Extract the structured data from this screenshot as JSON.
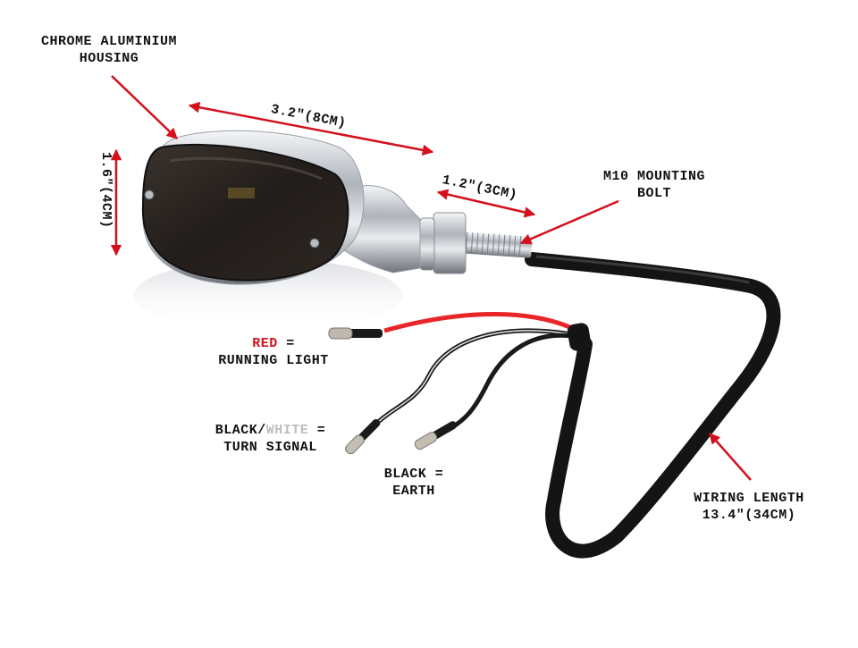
{
  "diagram": {
    "subject": "motorcycle indicator (turn signal) with smoked lens and chrome housing",
    "colors": {
      "arrow": "#d4101c",
      "text": "#111111",
      "red_word": "#d4101c",
      "white_word": "#bdbdbd",
      "red_wire": "#e8262a",
      "cable": "#141414",
      "chrome": "#c8ccd2",
      "lens": "#2a2420"
    },
    "labels": {
      "housing": {
        "line1": "CHROME ALUMINIUM",
        "line2": "HOUSING"
      },
      "length": {
        "text": "3.2″(8CM)"
      },
      "height": {
        "text": "1.6″(4CM)"
      },
      "bolt_length": {
        "text": "1.2″(3CM)"
      },
      "bolt": {
        "line1": "M10 MOUNTING",
        "line2": "BOLT"
      },
      "red_wire": {
        "color_word": "RED",
        "equals": " =",
        "line2": "RUNNING LIGHT"
      },
      "black_white_wire": {
        "prefix": "BLACK/",
        "color_word": "WHITE",
        "equals": " =",
        "line2": "TURN SIGNAL"
      },
      "black_wire": {
        "line1": "BLACK =",
        "line2": "EARTH"
      },
      "wiring": {
        "line1": "WIRING LENGTH",
        "line2": "13.4″(34CM)"
      }
    }
  }
}
